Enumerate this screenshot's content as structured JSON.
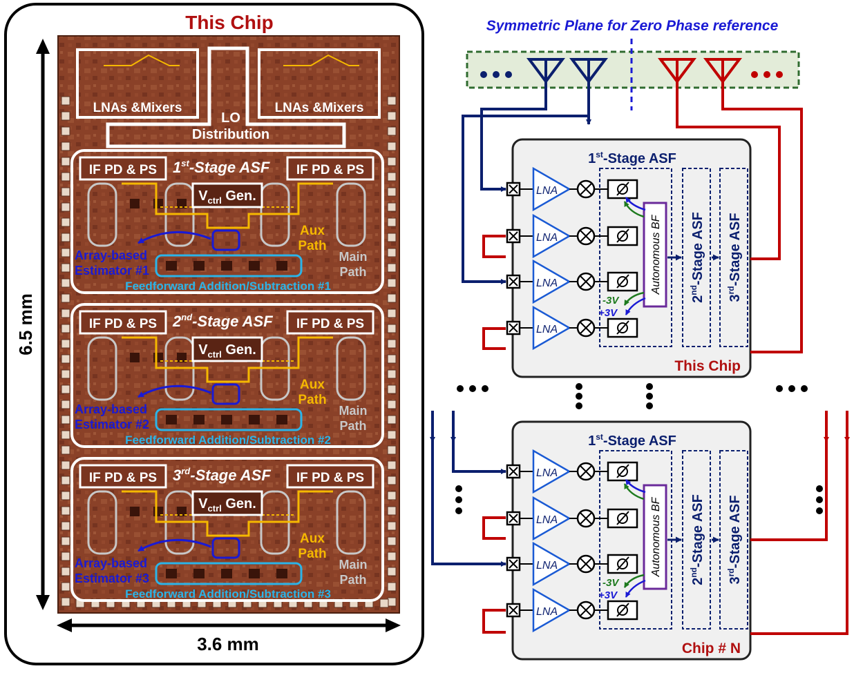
{
  "left_panel": {
    "title": "This Chip",
    "height_dim": "6.5 mm",
    "width_dim": "3.6 mm",
    "top_labels": {
      "lna_left": "LNAs &Mixers",
      "lna_right": "LNAs &Mixers",
      "lo_1": "LO",
      "lo_2": "Distribution"
    },
    "stages": [
      {
        "sup": "st",
        "num": "1",
        "suffix": "-Stage ASF",
        "if_left": "IF PD & PS",
        "if_right": "IF PD & PS",
        "vctrl_sub": "ctrl",
        "vctrl_v": "V",
        "vctrl_gen": " Gen.",
        "aux_1": "Aux",
        "aux_2": "Path",
        "main_1": "Main",
        "main_2": "Path",
        "est_1": "Array-based",
        "est_2": "Estimator #1",
        "ff": "Feedforward Addition/Subtraction #1"
      },
      {
        "sup": "nd",
        "num": "2",
        "suffix": "-Stage ASF",
        "if_left": "IF PD & PS",
        "if_right": "IF PD & PS",
        "vctrl_sub": "ctrl",
        "vctrl_v": "V",
        "vctrl_gen": " Gen.",
        "aux_1": "Aux",
        "aux_2": "Path",
        "main_1": "Main",
        "main_2": "Path",
        "est_1": "Array-based",
        "est_2": "Estimator #2",
        "ff": "Feedforward Addition/Subtraction #2"
      },
      {
        "sup": "rd",
        "num": "3",
        "suffix": "-Stage ASF",
        "if_left": "IF PD & PS",
        "if_right": "IF PD & PS",
        "vctrl_sub": "ctrl",
        "vctrl_v": "V",
        "vctrl_gen": " Gen.",
        "aux_1": "Aux",
        "aux_2": "Path",
        "main_1": "Main",
        "main_2": "Path",
        "est_1": "Array-based",
        "est_2": "Estimator #3",
        "ff": "Feedforward Addition/Subtraction #3"
      }
    ]
  },
  "right_panel": {
    "sym_plane": "Symmetric Plane for Zero Phase reference",
    "chips": [
      {
        "label": "This Chip",
        "stage1_num": "1",
        "stage1_sup": "st",
        "stage1_suffix": "-Stage ASF",
        "lna": "LNA",
        "autobf": "Autonomous BF",
        "neg3": "-3V",
        "pos3": "+3V",
        "s2_num": "2",
        "s2_sup": "nd",
        "s2_suffix": "-Stage ASF",
        "s3_num": "3",
        "s3_sup": "rd",
        "s3_suffix": "-Stage ASF"
      },
      {
        "label": "Chip # N",
        "stage1_num": "1",
        "stage1_sup": "st",
        "stage1_suffix": "-Stage ASF",
        "lna": "LNA",
        "autobf": "Autonomous BF",
        "neg3": "-3V",
        "pos3": "+3V",
        "s2_num": "2",
        "s2_sup": "nd",
        "s2_suffix": "-Stage ASF",
        "s3_num": "3",
        "s3_sup": "rd",
        "s3_suffix": "-Stage ASF"
      }
    ]
  },
  "colors": {
    "navy": "#0b1f6e",
    "red": "#c00000",
    "blue_label": "#1a1ad4",
    "gold": "#f5b800",
    "cyan": "#2bb4e8",
    "green": "#1e7a1e",
    "chip_bg": "#f0f0f0"
  }
}
